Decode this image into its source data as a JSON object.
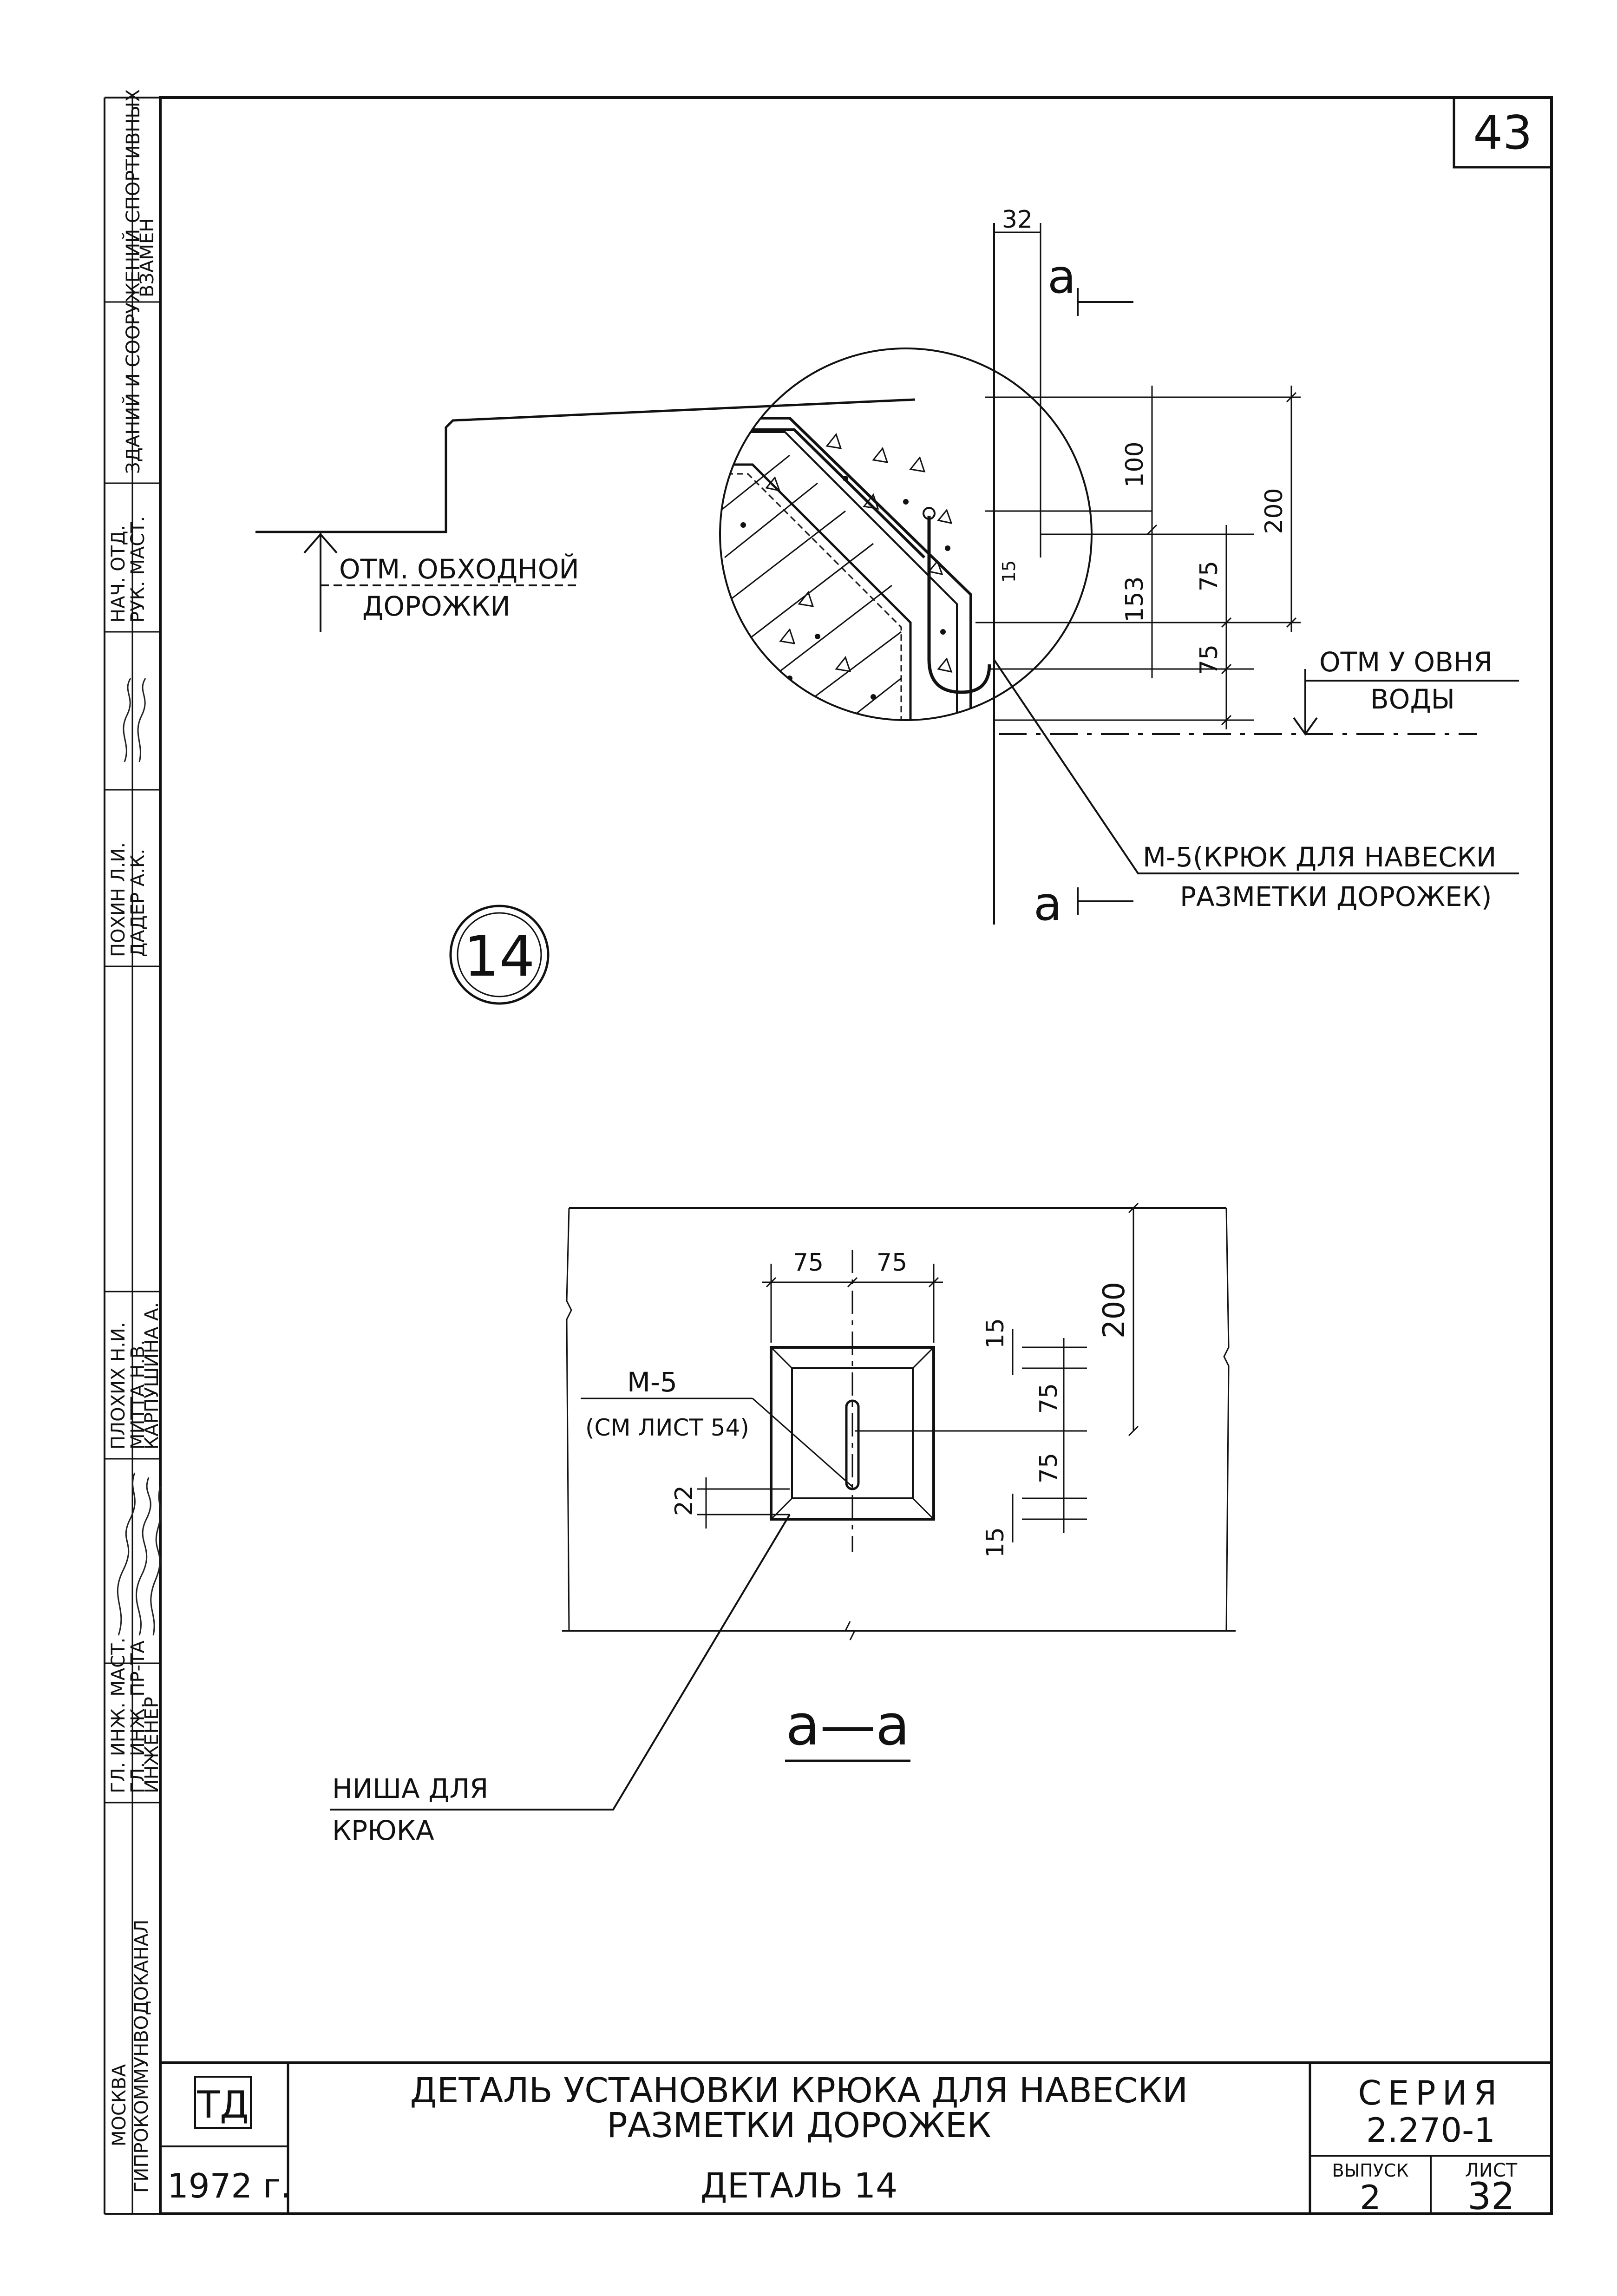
{
  "sheet_corner_number": "43",
  "detail_marker": "14",
  "callout_a_top": "a",
  "callout_a_bottom": "a",
  "section_label": "a—a",
  "labels": {
    "walkway_mark_l1": "ОТМ. ОБХОДНОЙ",
    "walkway_mark_l2": "ДОРОЖКИ",
    "water_mark_l1": "ОТМ У ОВНЯ",
    "water_mark_l2": "ВОДЫ",
    "hook_l1": "М-5(КРЮК ДЛЯ НАВЕСКИ",
    "hook_l2": "РАЗМЕТКИ ДОРОЖЕК)",
    "m5": "М-5",
    "m5_ref": "(СМ ЛИСТ 54)",
    "niche_l1": "НИША ДЛЯ",
    "niche_l2": "КРЮКА"
  },
  "dims_top": {
    "d32": "32",
    "d100": "100",
    "d200": "200",
    "d153": "153",
    "d75a": "75",
    "d75b": "75",
    "d15": "15"
  },
  "dims_section": {
    "w75a": "75",
    "w75b": "75",
    "h200": "200",
    "h15a": "15",
    "h75a": "75",
    "h75b": "75",
    "h15b": "15",
    "h22": "22"
  },
  "title_block": {
    "logo": "ТД",
    "year": "1972 г.",
    "title_l1": "ДЕТАЛЬ УСТАНОВКИ КРЮКА ДЛЯ НАВЕСКИ",
    "title_l2": "РАЗМЕТКИ ДОРОЖЕК",
    "subtitle": "ДЕТАЛЬ 14",
    "series_label": "СЕРИЯ",
    "series_value": "2.270-1",
    "issue_label": "ВЫПУСК",
    "issue_value": "2",
    "sheet_label": "ЛИСТ",
    "sheet_value": "32"
  },
  "side_stamp": {
    "org_l1": "МОСКВА",
    "org_l2": "ГИПРОКОММУНВОДОКАНАЛ",
    "role1": "ГЛ. ИНЖ. МАСТ.",
    "role2": "НАЧ. ОТД.",
    "role3": "ГЛ. ИНЖ. ПР-ТА",
    "role4": "РУК. МАСТ.",
    "role5": "ИНЖЕНЕР",
    "name1": "ПЛОХИХ Н.И.",
    "name2": "МИТТА Н.В.",
    "name3": "КАРПУШИНА А.",
    "name4": "ДАДЕР А.К.",
    "name5": "ПОХИН Л.И.",
    "dept": "ЗДАНИЙ И СООРУЖЕНИЙ СПОРТИВНЫХ",
    "swap": "ВЗАМЕН"
  }
}
